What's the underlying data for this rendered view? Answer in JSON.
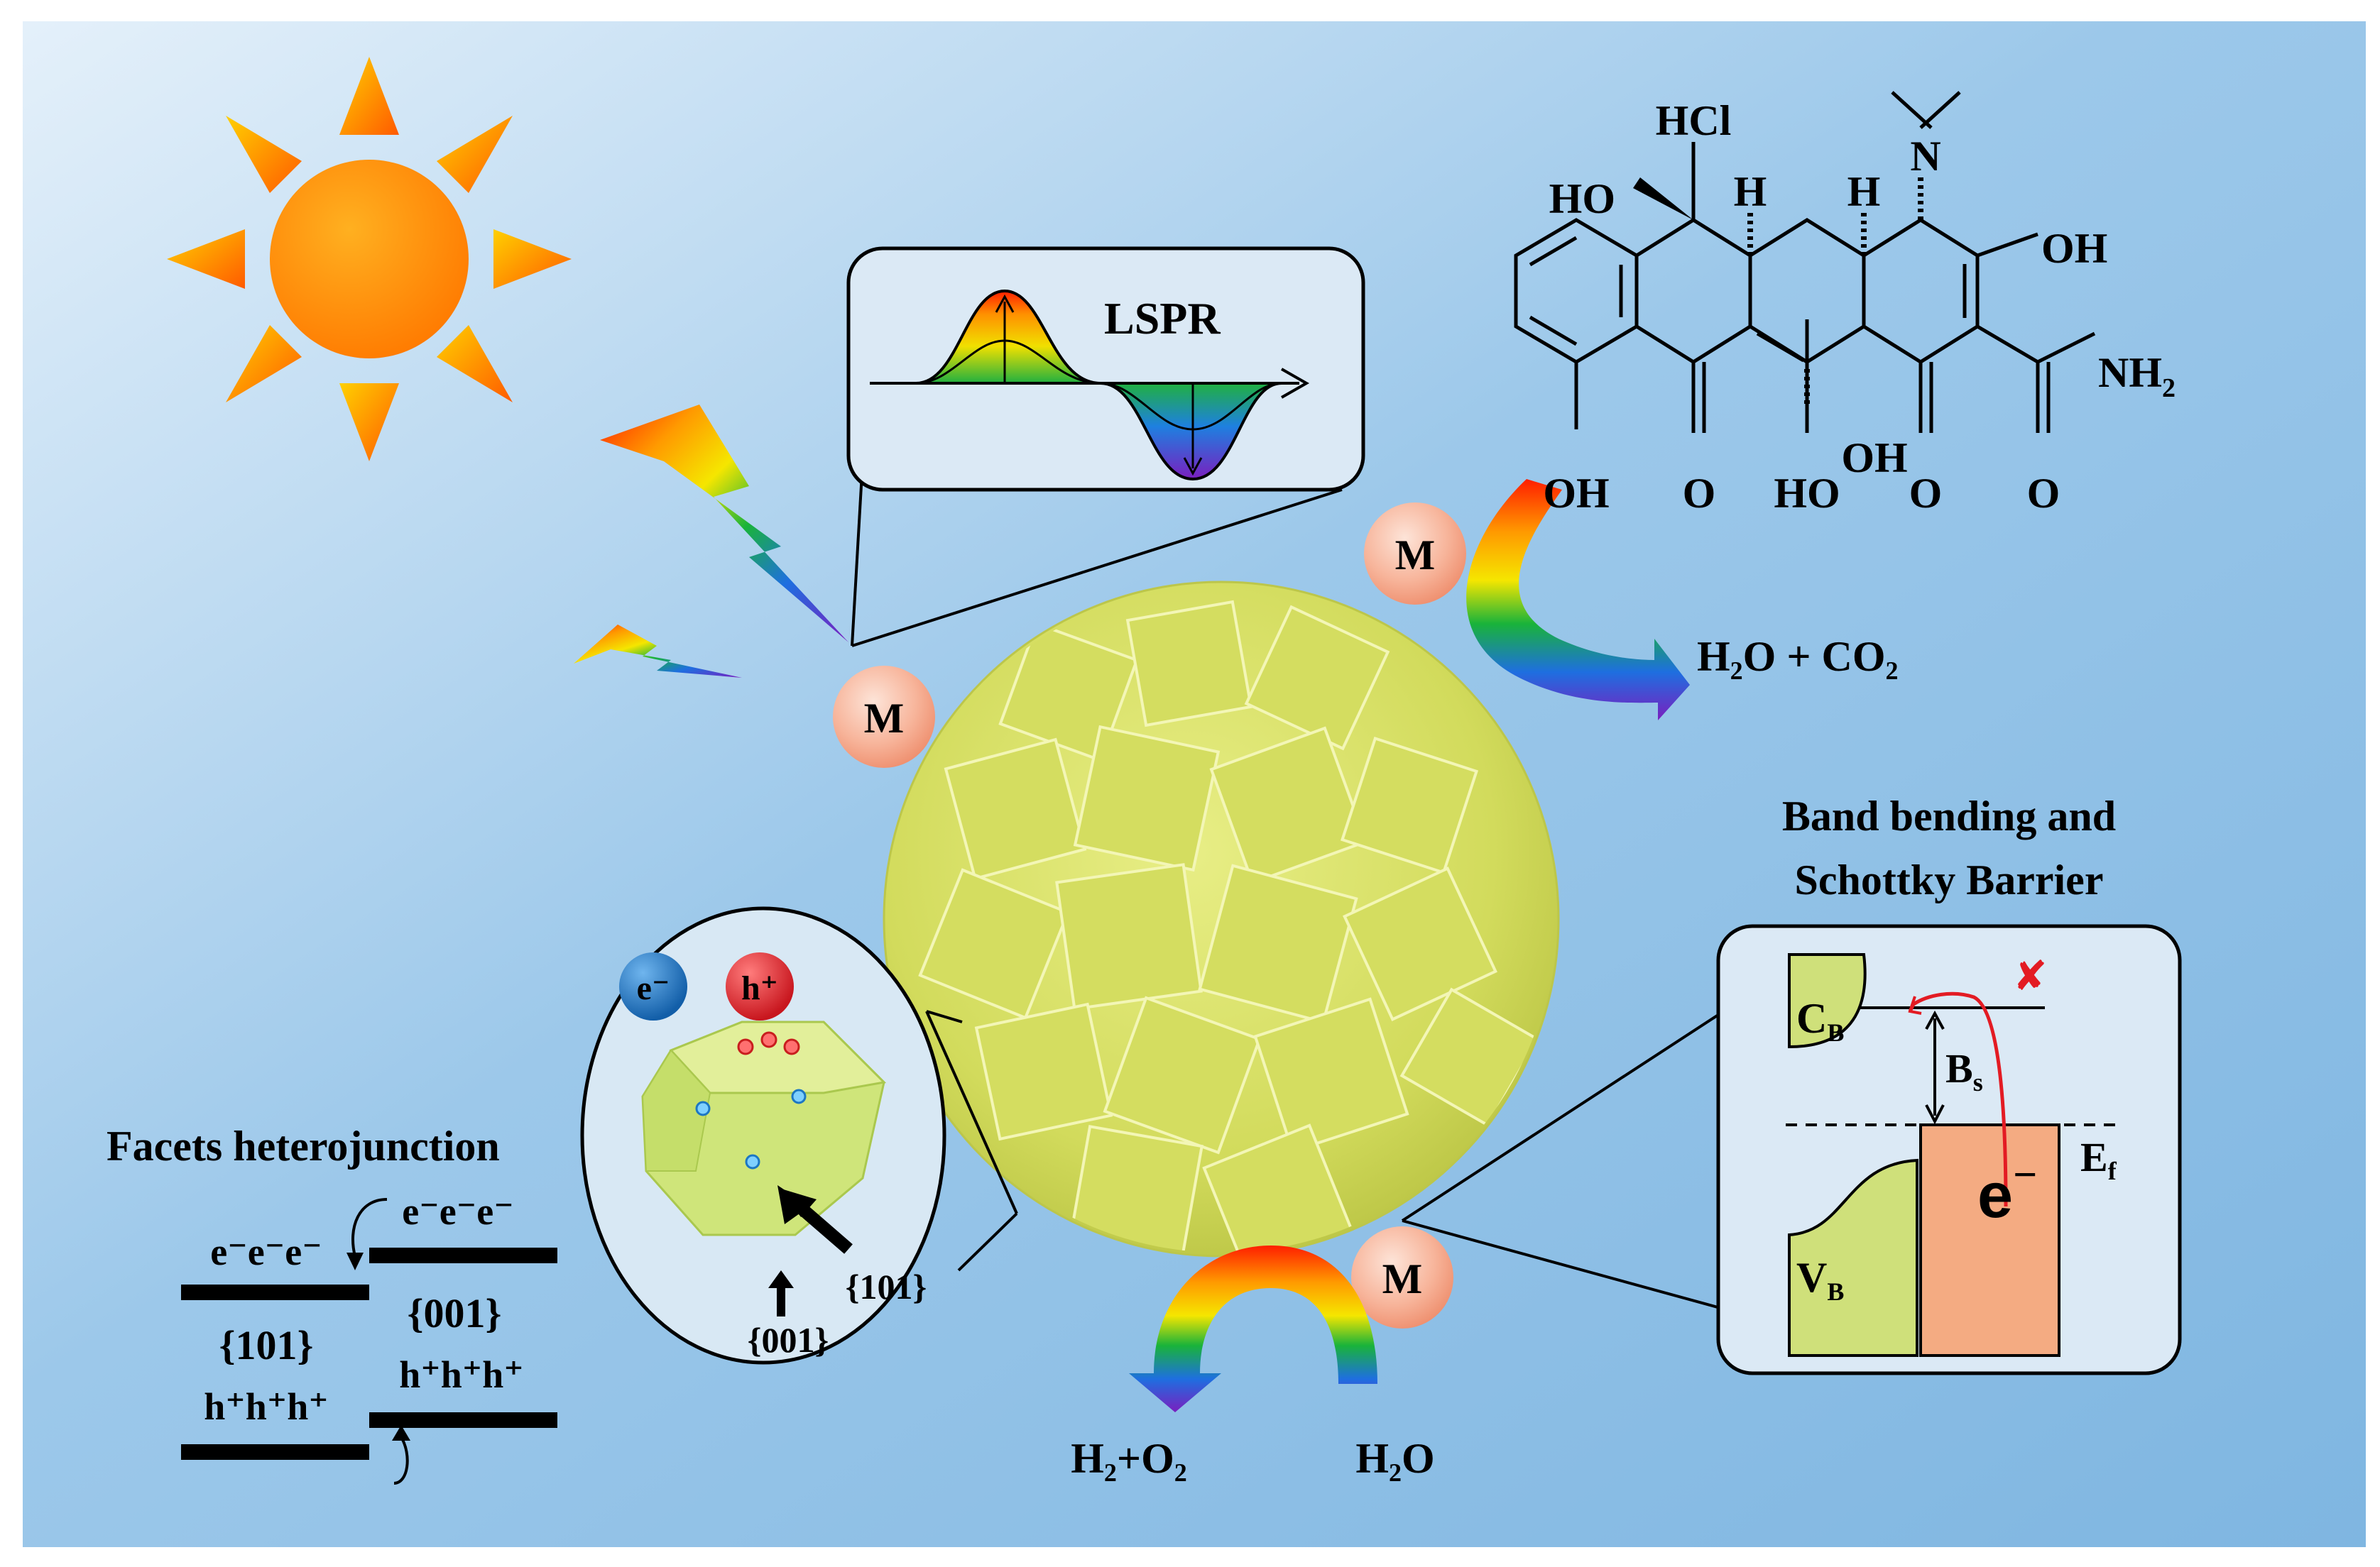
{
  "labels": {
    "lspr": "LSPR",
    "metal": "M",
    "facets_title": "Facets heterojunction",
    "electrons_triple": "e⁻e⁻e⁻",
    "holes_triple": "h⁺h⁺h⁺",
    "facet_101": "{101}",
    "facet_001": "{001}",
    "electron": "e⁻",
    "hole": "h⁺",
    "band_title_line1": "Band bending and",
    "band_title_line2": "Schottky Barrier",
    "cb": "C",
    "cb_sub": "B",
    "vb": "V",
    "vb_sub": "B",
    "bs": "B",
    "bs_sub": "s",
    "ef": "E",
    "ef_sub": "f",
    "e_big": "e",
    "e_big_sup": "−",
    "blocked_mark": "✘",
    "products_tc": "H₂O + CO₂",
    "h2_o2": "H₂+O₂",
    "water": "H₂O"
  },
  "molecule": {
    "hcl": "HCl",
    "ho_top": "HO",
    "h1": "H",
    "h2": "H",
    "n": "N",
    "oh_right": "OH",
    "nh2": "NH",
    "nh2_sub": "2",
    "oh_bottom_left": "OH",
    "o1": "O",
    "ho_bottom": "HO",
    "oh_bottom_mid": "OH",
    "o2": "O",
    "o3": "O"
  },
  "colors": {
    "background_light": "#dcecf8",
    "background_dark": "#7fb7e2",
    "sphere": "#d6df64",
    "metal_ball": "#f6a98c",
    "band_cb_vb": "#cfe07a",
    "band_metal": "#f4ab82",
    "sun": "#ff8c00",
    "electron_ball": "#1d77c3",
    "hole_ball": "#e3262d"
  }
}
